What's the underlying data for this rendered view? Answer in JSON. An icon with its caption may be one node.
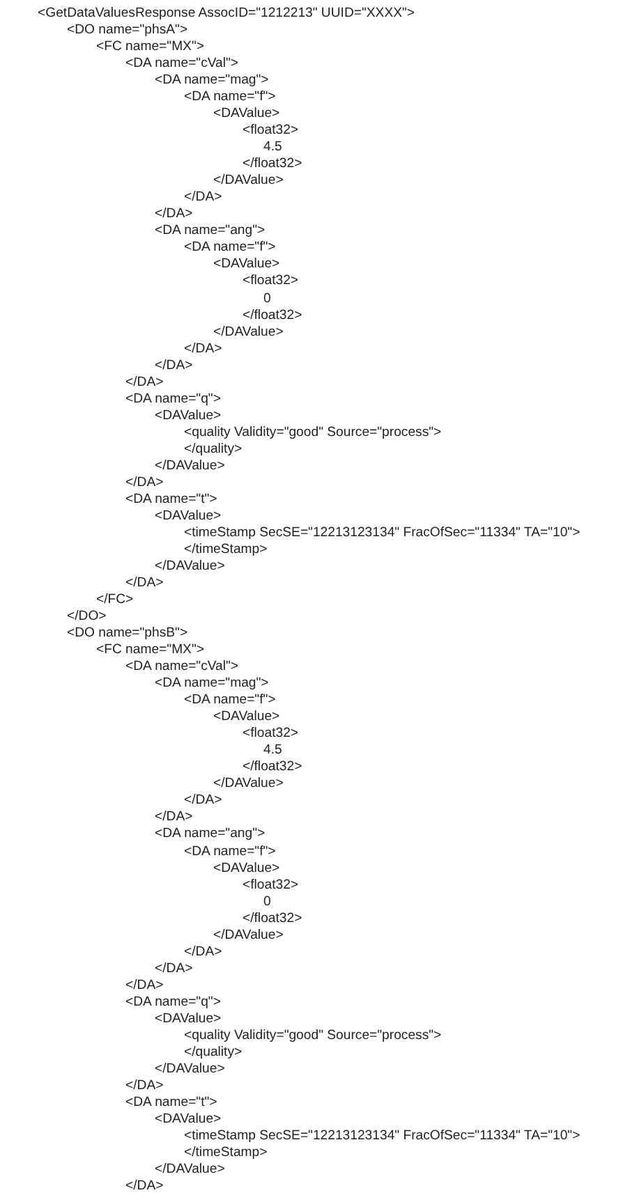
{
  "diagram": {
    "labels": [
      "<GetDataValuesResponse AssocID=\"1212213\" UUID=\"XXXX\">",
      "<DO name=\"phsA\">",
      "<FC name=\"MX\">",
      "<DA name=\"cVal\">",
      "<DA name=\"mag\">",
      "<DA name=\"f\">",
      "<DAValue>",
      "<float32>",
      "4.5",
      "</float32>",
      "</DAValue>",
      "</DA>",
      "</DA>",
      "<DA name=\"ang\">",
      "<DA name=\"f\">",
      "<DAValue>",
      "<float32>",
      "0",
      "</float32>",
      "</DAValue>",
      "</DA>",
      "</DA>",
      "</DA>",
      "<DA name=\"q\">",
      "<DAValue>",
      "<quality Validity=\"good\" Source=\"process\">",
      "</quality>",
      "</DAValue>",
      "</DA>",
      "<DA name=\"t\">",
      "<DAValue>",
      "<timeStamp SecSE=\"12213123134\" FracOfSec=\"11334\" TA=\"10\">",
      "</timeStamp>",
      "</DAValue>",
      "</DA>",
      "</FC>",
      "</DO>",
      "<DO name=\"phsB\">",
      "<FC name=\"MX\">",
      "<DA name=\"cVal\">",
      "<DA name=\"mag\">",
      "<DA name=\"f\">",
      "<DAValue>",
      "<float32>",
      "4.5",
      "</float32>",
      "</DAValue>",
      "</DA>",
      "</DA>",
      "<DA name=\"ang\">",
      "<DA name=\"f\">",
      "<DAValue>",
      "<float32>",
      "0",
      "</float32>",
      "</DAValue>",
      "</DA>",
      "</DA>",
      "</DA>",
      "<DA name=\"q\">",
      "<DAValue>",
      "<quality Validity=\"good\" Source=\"process\">",
      "</quality>",
      "</DAValue>",
      "</DA>",
      "<DA name=\"t\">",
      "<DAValue>",
      "<timeStamp SecSE=\"12213123134\" FracOfSec=\"11334\" TA=\"10\">",
      "</timeStamp>",
      "</DAValue>",
      "</DA>"
    ]
  }
}
